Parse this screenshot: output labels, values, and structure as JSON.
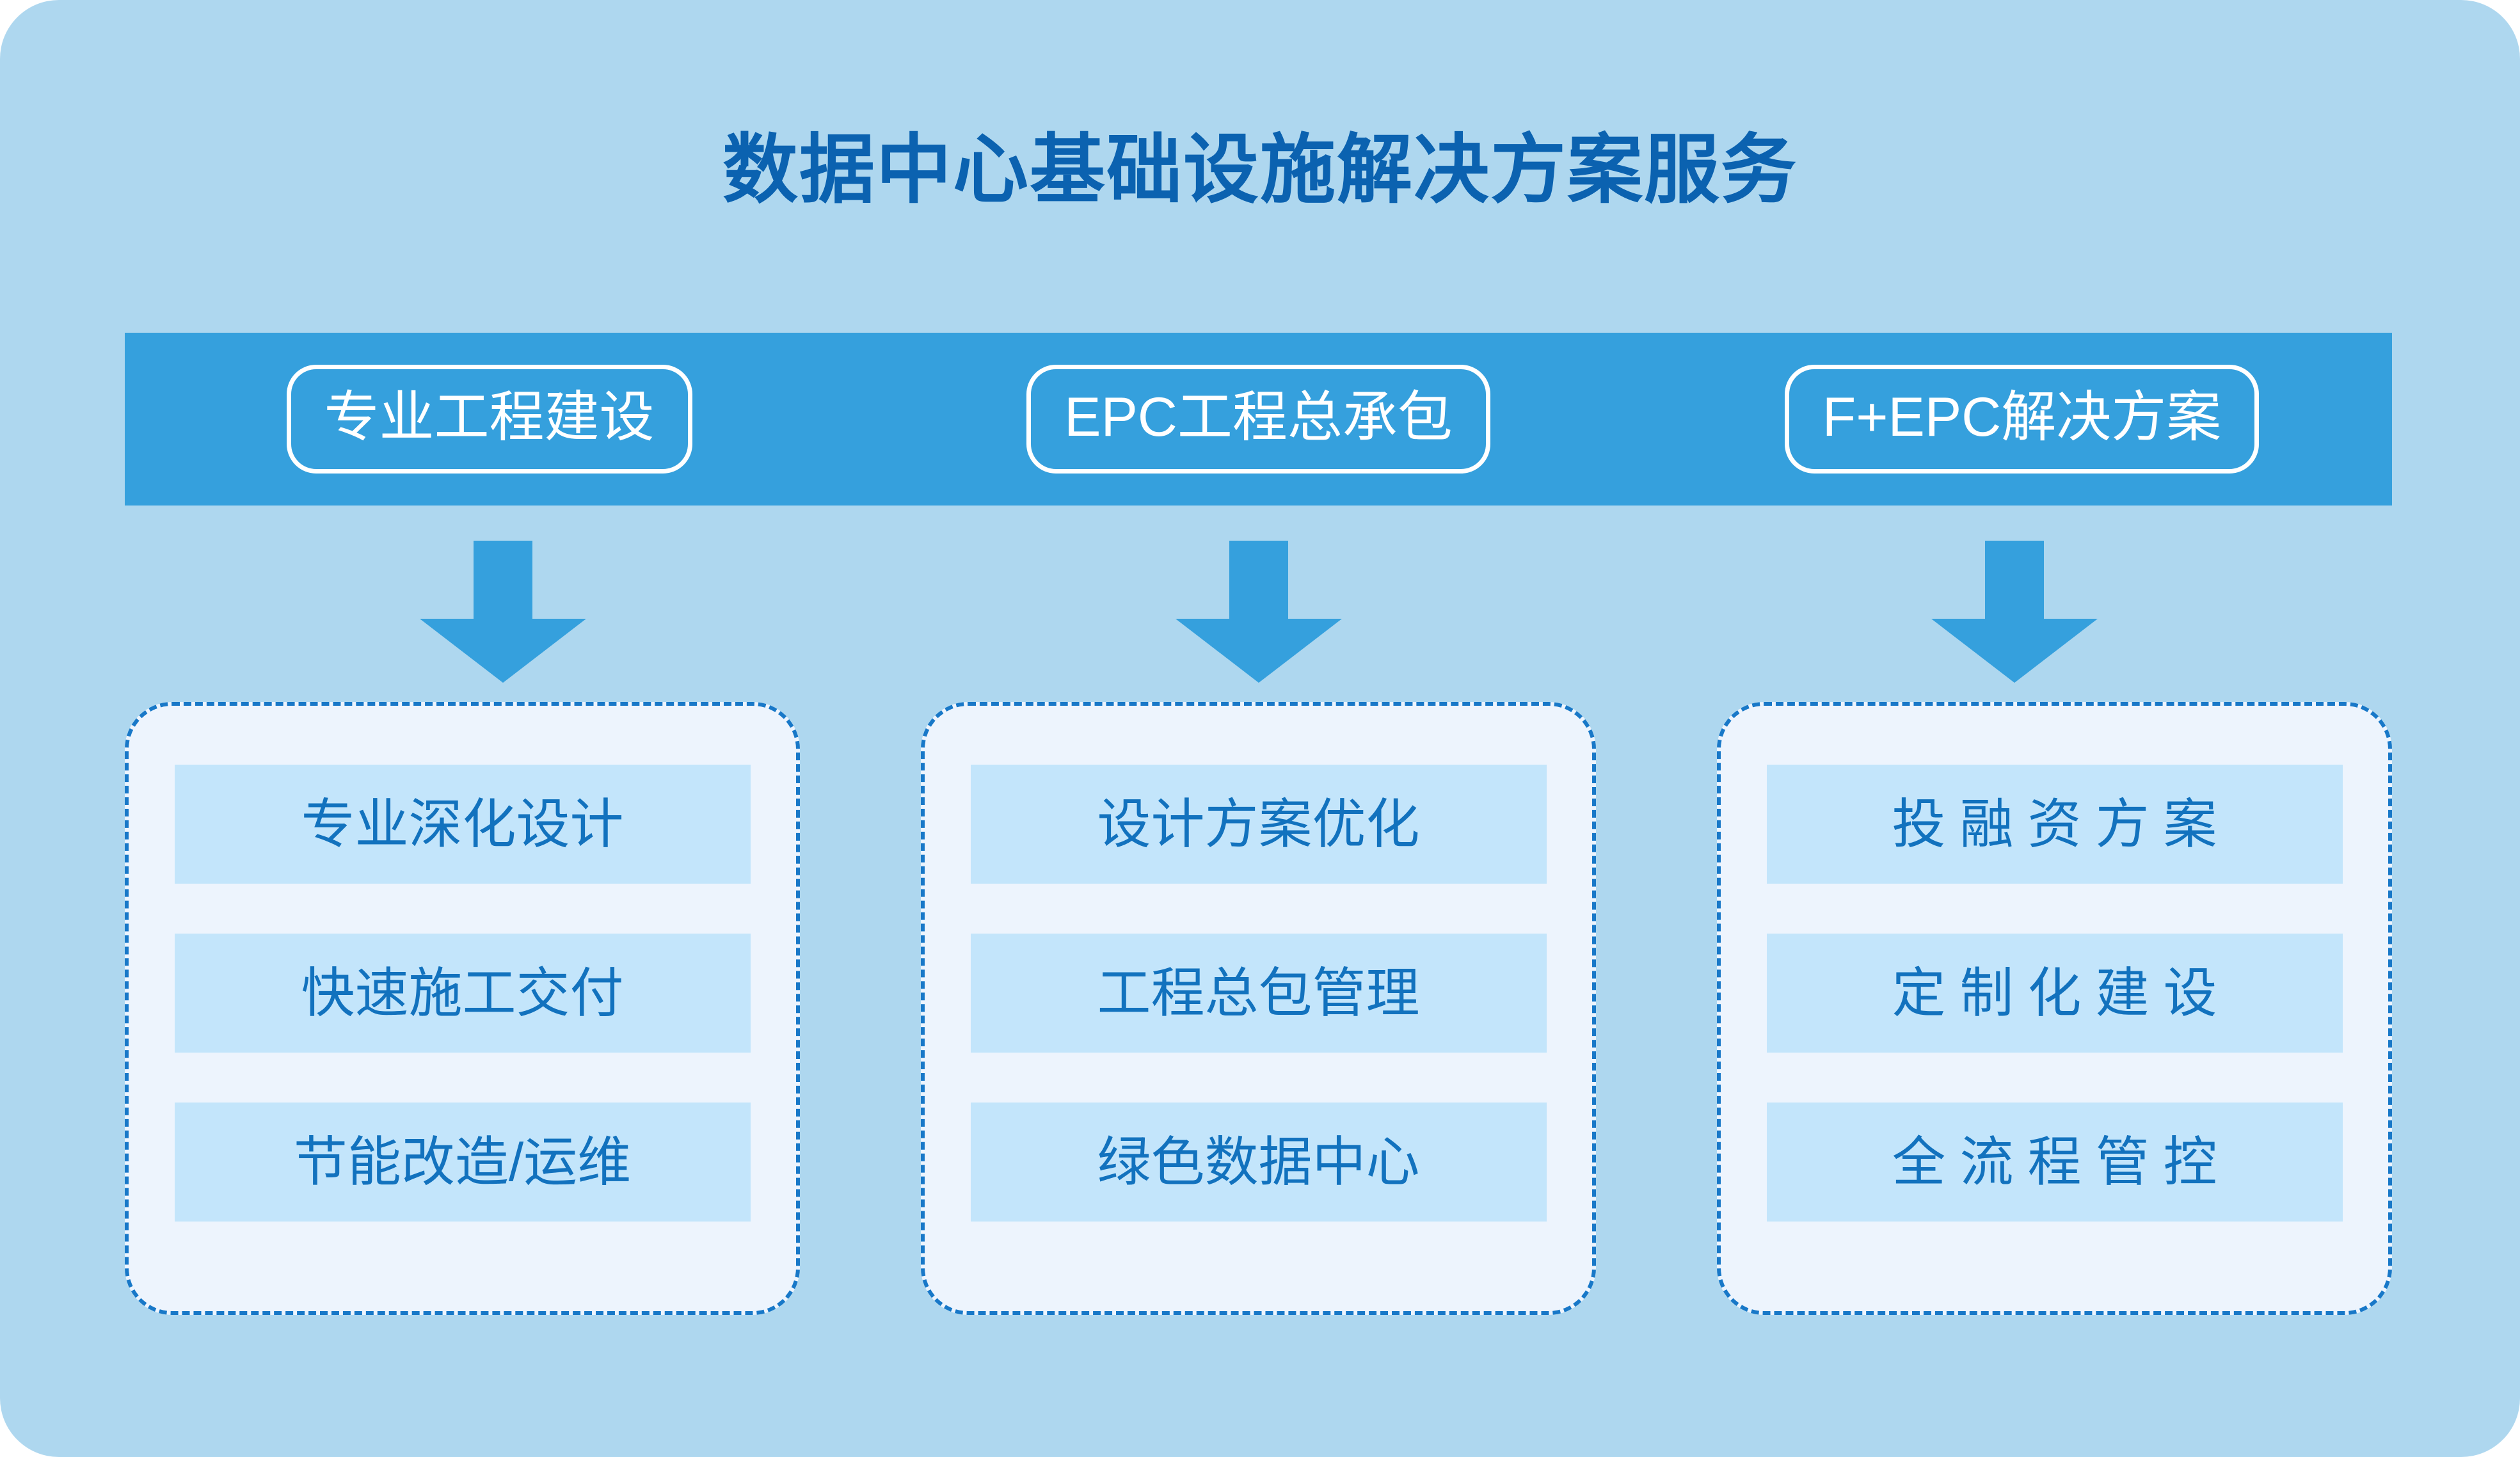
{
  "title": "数据中心基础设施解决方案服务",
  "colors": {
    "page_background": "#AED7EF",
    "banner": "#35A0DD",
    "title_text": "#0B62B0",
    "card_background": "#EDF4FD",
    "card_border": "#1878C8",
    "item_background": "#C3E5FB",
    "item_text": "#1272BE",
    "pill_border": "#FFFFFF",
    "pill_text": "#FFFFFF",
    "arrow": "#35A0DD"
  },
  "columns": [
    {
      "pill_label": "专业工程建设",
      "arrow_icon": "arrow-down-icon",
      "items": [
        "专业深化设计",
        "快速施工交付",
        "节能改造/运维"
      ],
      "spaced": false
    },
    {
      "pill_label": "EPC工程总承包",
      "arrow_icon": "arrow-down-icon",
      "items": [
        "设计方案优化",
        "工程总包管理",
        "绿色数据中心"
      ],
      "spaced": false
    },
    {
      "pill_label": "F+EPC解决方案",
      "arrow_icon": "arrow-down-icon",
      "items": [
        "投融资方案",
        "定制化建设",
        "全流程管控"
      ],
      "spaced": true
    }
  ]
}
